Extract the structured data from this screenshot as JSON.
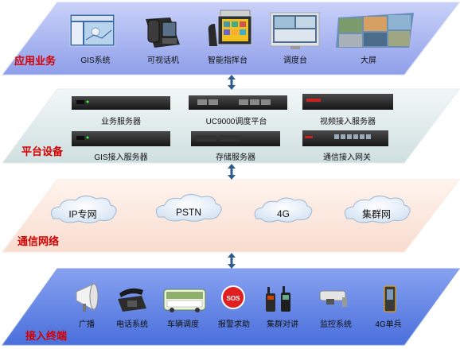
{
  "layers": [
    {
      "title": "应用业务",
      "items": [
        {
          "label": "GIS系统",
          "icon": "gis-screen-icon"
        },
        {
          "label": "可视话机",
          "icon": "video-phone-icon"
        },
        {
          "label": "智能指挥台",
          "icon": "command-console-icon"
        },
        {
          "label": "调度台",
          "icon": "dispatch-monitor-icon"
        },
        {
          "label": "大屏",
          "icon": "video-wall-icon"
        }
      ]
    },
    {
      "title": "平台设备",
      "items": [
        {
          "label": "业务服务器",
          "icon": "rack-server-icon"
        },
        {
          "label": "UC9000调度平台",
          "icon": "dispatch-platform-icon"
        },
        {
          "label": "视频接入服务器",
          "icon": "rack-server-icon"
        },
        {
          "label": "GIS接入服务器",
          "icon": "rack-server-icon"
        },
        {
          "label": "存储服务器",
          "icon": "storage-server-icon"
        },
        {
          "label": "通信接入网关",
          "icon": "gateway-icon"
        }
      ]
    },
    {
      "title": "通信网络",
      "items": [
        {
          "label": "IP专网",
          "icon": "cloud-icon"
        },
        {
          "label": "PSTN",
          "icon": "cloud-icon"
        },
        {
          "label": "4G",
          "icon": "cloud-icon"
        },
        {
          "label": "集群网",
          "icon": "cloud-icon"
        }
      ]
    },
    {
      "title": "接入终端",
      "items": [
        {
          "label": "广播",
          "icon": "loudspeaker-icon"
        },
        {
          "label": "电话系统",
          "icon": "telephone-icon"
        },
        {
          "label": "车辆调度",
          "icon": "vehicle-icon"
        },
        {
          "label": "报警求助",
          "icon": "sos-alarm-icon"
        },
        {
          "label": "集群对讲",
          "icon": "walkie-talkie-icon"
        },
        {
          "label": "监控系统",
          "icon": "cctv-camera-icon"
        },
        {
          "label": "4G单兵",
          "icon": "rugged-terminal-icon"
        }
      ]
    }
  ],
  "colors": {
    "layer1": "#9aa8ef",
    "layer2": "#d8e6e6",
    "layer3": "#fae3d9",
    "layer4": "#5b7ee3",
    "title": "#d40000",
    "connector": "#2f5c8a"
  }
}
